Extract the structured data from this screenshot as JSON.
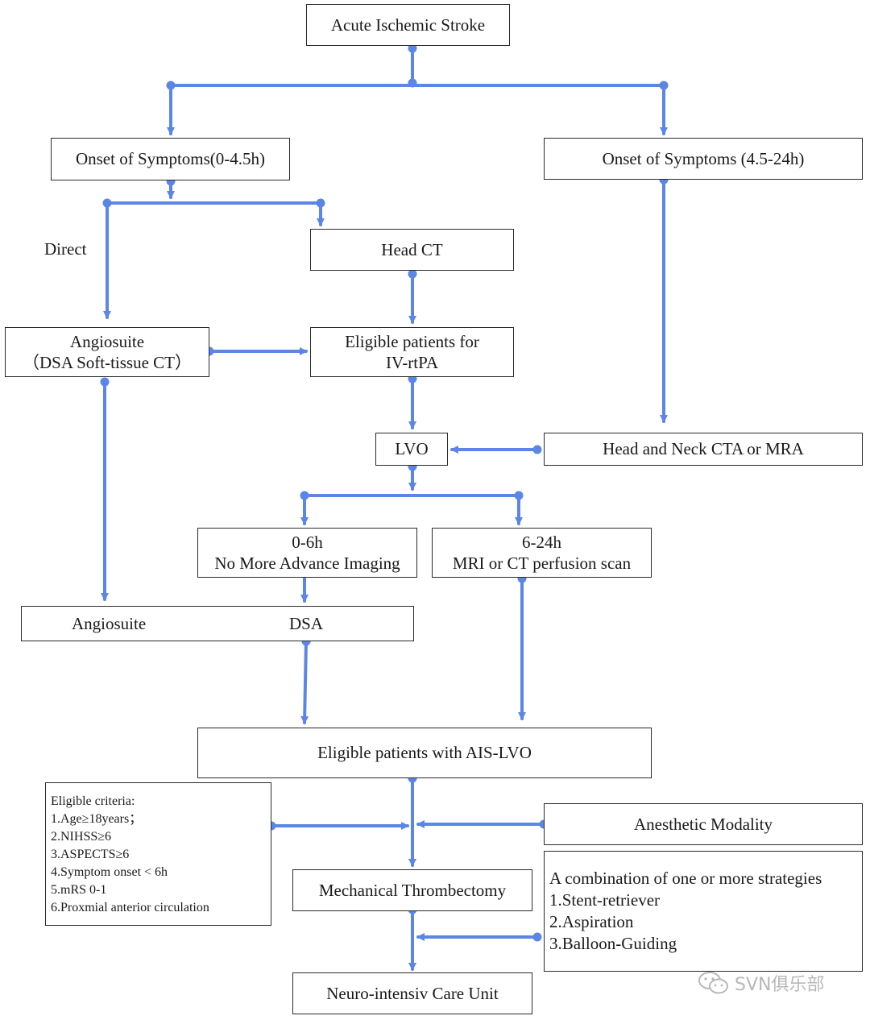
{
  "nodes": {
    "ais": "Acute Ischemic Stroke",
    "onset_early": "Onset of Symptoms(0-4.5h)",
    "onset_late": "Onset of Symptoms (4.5-24h)",
    "direct": "Direct",
    "head_ct": "Head CT",
    "angiosuite_top_line1": "Angiosuite",
    "angiosuite_top_line2": "（DSA Soft-tissue CT）",
    "eligible_ivrtpa_line1": "Eligible patients for",
    "eligible_ivrtpa_line2": "IV-rtPA",
    "lvo": "LVO",
    "cta_mra": "Head and Neck CTA or MRA",
    "window_0_6_line1": "0-6h",
    "window_0_6_line2": "No More Advance Imaging",
    "window_6_24_line1": "6-24h",
    "window_6_24_line2": "MRI or CT perfusion scan",
    "angiosuite_dsa_left": "Angiosuite",
    "angiosuite_dsa_right": "DSA",
    "eligible_ais_lvo": "Eligible patients with AIS-LVO",
    "anesthetic": "Anesthetic Modality",
    "thrombectomy": "Mechanical Thrombectomy",
    "icu": "Neuro-intensiv Care Unit"
  },
  "criteria": {
    "title": "Eligible criteria:",
    "items": [
      "1.Age≥18years；",
      "2.NIHSS≥6",
      "3.ASPECTS≥6",
      "4.Symptom onset < 6h",
      "5.mRS 0-1",
      "6.Proxmial anterior circulation"
    ]
  },
  "strategies": {
    "title": "A combination of one or more strategies",
    "items": [
      "1.Stent-retriever",
      "2.Aspiration",
      "3.Balloon-Guiding"
    ]
  },
  "watermark": {
    "text": "SVN俱乐部",
    "icon": "wechat-icon"
  },
  "colors": {
    "connector": "#5b86e5",
    "border": "#2a2a2a"
  }
}
